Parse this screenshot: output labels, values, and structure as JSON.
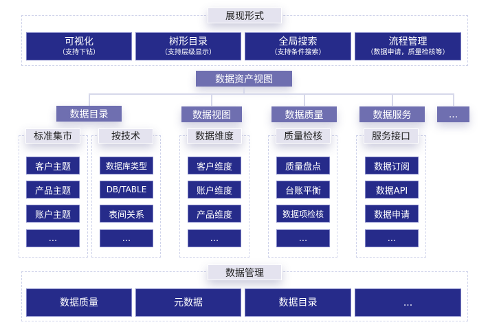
{
  "presentation": {
    "title": "展现形式",
    "items": [
      {
        "label": "可视化",
        "sub": "（支持下钻）"
      },
      {
        "label": "树形目录",
        "sub": "（支持层级显示）"
      },
      {
        "label": "全局搜索",
        "sub": "（支持条件搜索）"
      },
      {
        "label": "流程管理",
        "sub": "（数据申请，质量检核等）"
      }
    ]
  },
  "asset_view": "数据资产视图",
  "categories": [
    "数据目录",
    "数据视图",
    "数据质量",
    "数据服务",
    "..."
  ],
  "columns": [
    {
      "title": "标准集市",
      "items": [
        "客户主题",
        "产品主题",
        "账户主题",
        "..."
      ]
    },
    {
      "title": "按技术",
      "items": [
        "数据库类型",
        "DB/TABLE",
        "表间关系",
        "..."
      ]
    },
    {
      "title": "数据维度",
      "items": [
        "客户维度",
        "账户维度",
        "产品维度",
        "..."
      ]
    },
    {
      "title": "质量检核",
      "items": [
        "质量盘点",
        "台账平衡",
        "数据项检核",
        "..."
      ]
    },
    {
      "title": "服务接口",
      "items": [
        "数据订阅",
        "数据API",
        "数据申请",
        "..."
      ]
    }
  ],
  "management": {
    "title": "数据管理",
    "items": [
      "数据质量",
      "元数据",
      "数据目录",
      "..."
    ]
  }
}
